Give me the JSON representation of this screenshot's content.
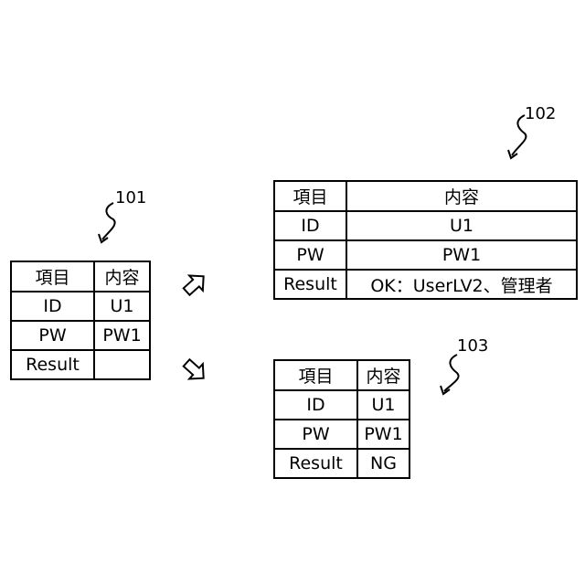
{
  "tables": [
    {
      "ref": "101",
      "header": [
        "項目",
        "内容"
      ],
      "rows": [
        [
          "ID",
          "U1"
        ],
        [
          "PW",
          "PW1"
        ],
        [
          "Result",
          ""
        ]
      ]
    },
    {
      "ref": "102",
      "header": [
        "項目",
        "内容"
      ],
      "rows": [
        [
          "ID",
          "U1"
        ],
        [
          "PW",
          "PW1"
        ],
        [
          "Result",
          "OK：UserLV2、管理者"
        ]
      ]
    },
    {
      "ref": "103",
      "header": [
        "項目",
        "内容"
      ],
      "rows": [
        [
          "ID",
          "U1"
        ],
        [
          "PW",
          "PW1"
        ],
        [
          "Result",
          "NG"
        ]
      ]
    }
  ]
}
